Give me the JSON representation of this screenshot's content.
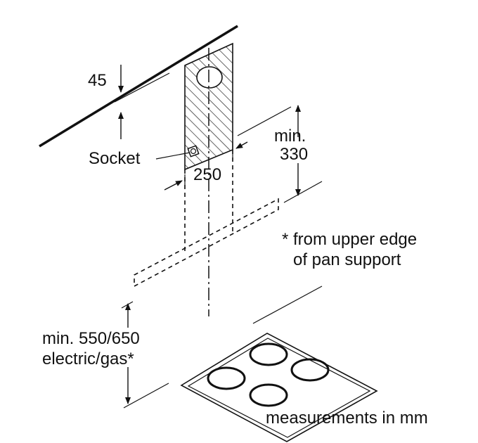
{
  "labels": {
    "dim_45": "45",
    "socket": "Socket",
    "dim_250": "250",
    "min_330_line1": "min.",
    "min_330_line2": "330",
    "note_line1": "* from upper edge",
    "note_line2": "of pan support",
    "min_550_line1": "min. 550/650",
    "min_550_line2": "electric/gas*",
    "units": "measurements in mm"
  },
  "colors": {
    "line": "#111111",
    "background": "#ffffff"
  }
}
